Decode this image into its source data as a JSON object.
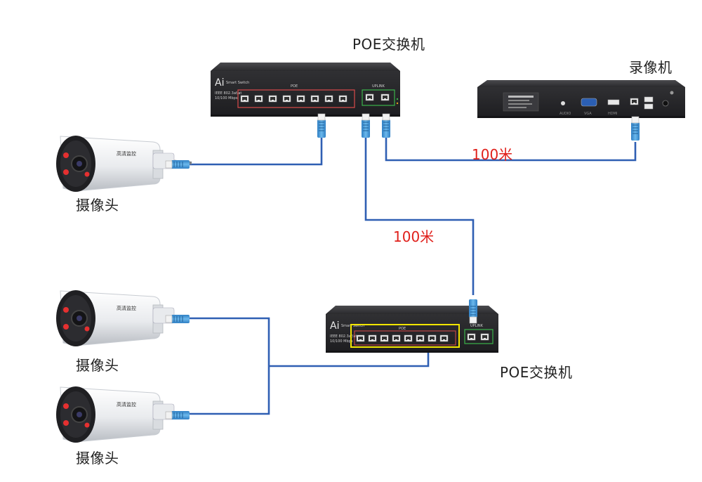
{
  "labels": {
    "top_switch": "POE交换机",
    "bottom_switch": "POE交换机",
    "nvr": "录像机",
    "camera_1": "摄像头",
    "camera_2": "摄像头",
    "camera_3": "摄像头",
    "distance_nvr": "100米",
    "distance_switch": "100米"
  },
  "switch_print": {
    "logo": "Ai",
    "model": "Smart Switch",
    "poe_group": "POE",
    "uplink_group": "UPLINK",
    "spec_line_1": "IEEE 802.3af/at",
    "spec_line_2": "10/100 Mbps"
  },
  "nvr_print": {
    "audio": "AUDIO",
    "vga": "VGA",
    "hdmi": "HDMI"
  },
  "camera_print": {
    "brand": "高清监控"
  },
  "colors": {
    "cable": "#2f5fb3",
    "plug": "#4a9bd6",
    "distance_text": "#e0201b",
    "poe_port_outline": "#d94a4a",
    "uplink_outline": "#3bb34a",
    "highlight_box": "#f2e600",
    "device_body": "#2b2b2d"
  }
}
